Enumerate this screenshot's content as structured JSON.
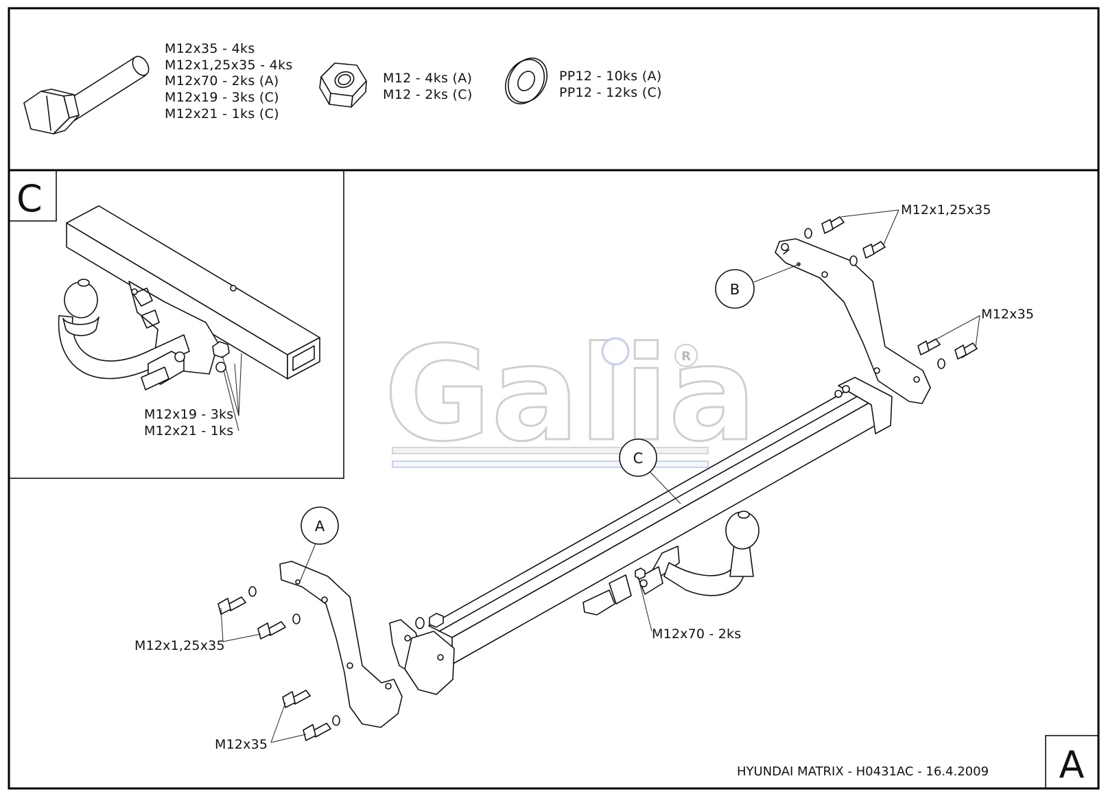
{
  "parts_list": {
    "bolts": [
      "M12x35 - 4ks",
      "M12x1,25x35 - 4ks",
      "M12x70 - 2ks (A)",
      "M12x19 - 3ks (C)",
      "M12x21 - 1ks (C)"
    ],
    "nuts": [
      "M12 - 4ks (A)",
      "M12 - 2ks (C)"
    ],
    "washers": [
      "PP12 - 10ks (A)",
      "PP12 - 12ks (C)"
    ]
  },
  "detail_c": {
    "corner_label": "C",
    "callouts": [
      "M12x19 - 3ks",
      "M12x21 - 1ks"
    ]
  },
  "main_view": {
    "circle_a": "A",
    "circle_b": "B",
    "circle_c": "C",
    "callout_b_upper": "M12x1,25x35",
    "callout_b_lower": "M12x35",
    "callout_a_upper": "M12x1,25x35",
    "callout_a_lower": "M12x35",
    "callout_center": "M12x70 - 2ks"
  },
  "watermark": {
    "brand": "Galia",
    "registered": "R"
  },
  "footer": {
    "title": "HYUNDAI MATRIX - H0431AC - 16.4.2009",
    "sheet_letter": "A"
  },
  "colors": {
    "line": "#111111",
    "watermark": "#e4e4e4",
    "watermark_blue": "#c9d3ea"
  }
}
